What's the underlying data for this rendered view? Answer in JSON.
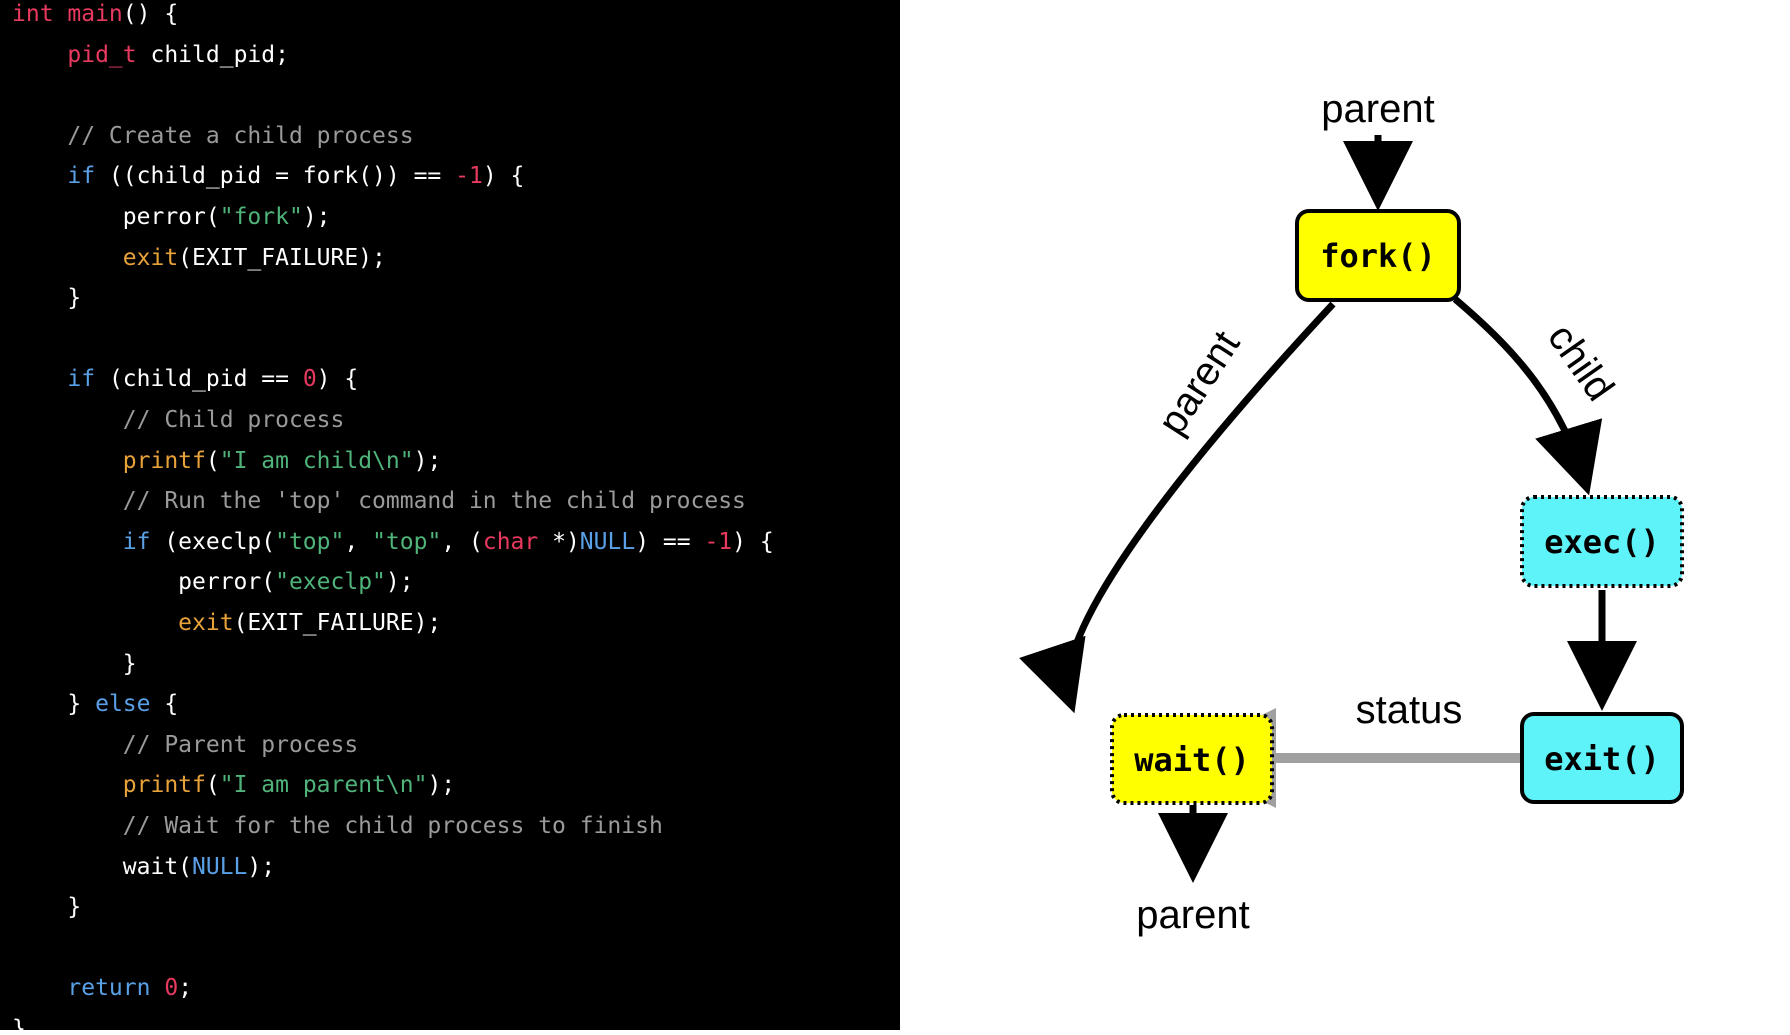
{
  "code": {
    "lines": [
      [
        {
          "t": "int ",
          "c": "type"
        },
        {
          "t": "main",
          "c": "type"
        },
        {
          "t": "() {",
          "c": "plain"
        }
      ],
      [
        {
          "t": "    ",
          "c": "plain"
        },
        {
          "t": "pid_t",
          "c": "type"
        },
        {
          "t": " child_pid;",
          "c": "plain"
        }
      ],
      [],
      [
        {
          "t": "    // Create a child process",
          "c": "com"
        }
      ],
      [
        {
          "t": "    ",
          "c": "plain"
        },
        {
          "t": "if",
          "c": "kw"
        },
        {
          "t": " ((child_pid = fork()) == ",
          "c": "plain"
        },
        {
          "t": "-1",
          "c": "num"
        },
        {
          "t": ") {",
          "c": "plain"
        }
      ],
      [
        {
          "t": "        perror(",
          "c": "plain"
        },
        {
          "t": "\"fork\"",
          "c": "str"
        },
        {
          "t": ");",
          "c": "plain"
        }
      ],
      [
        {
          "t": "        ",
          "c": "plain"
        },
        {
          "t": "exit",
          "c": "fn"
        },
        {
          "t": "(EXIT_FAILURE);",
          "c": "plain"
        }
      ],
      [
        {
          "t": "    }",
          "c": "plain"
        }
      ],
      [],
      [
        {
          "t": "    ",
          "c": "plain"
        },
        {
          "t": "if",
          "c": "kw"
        },
        {
          "t": " (child_pid == ",
          "c": "plain"
        },
        {
          "t": "0",
          "c": "num"
        },
        {
          "t": ") {",
          "c": "plain"
        }
      ],
      [
        {
          "t": "        // Child process",
          "c": "com"
        }
      ],
      [
        {
          "t": "        ",
          "c": "plain"
        },
        {
          "t": "printf",
          "c": "fn"
        },
        {
          "t": "(",
          "c": "plain"
        },
        {
          "t": "\"I am child\\n\"",
          "c": "str"
        },
        {
          "t": ");",
          "c": "plain"
        }
      ],
      [
        {
          "t": "        // Run the 'top' command in the child process",
          "c": "com"
        }
      ],
      [
        {
          "t": "        ",
          "c": "plain"
        },
        {
          "t": "if",
          "c": "kw"
        },
        {
          "t": " (execlp(",
          "c": "plain"
        },
        {
          "t": "\"top\"",
          "c": "str"
        },
        {
          "t": ", ",
          "c": "plain"
        },
        {
          "t": "\"top\"",
          "c": "str"
        },
        {
          "t": ", (",
          "c": "plain"
        },
        {
          "t": "char",
          "c": "type"
        },
        {
          "t": " *)",
          "c": "plain"
        },
        {
          "t": "NULL",
          "c": "kw"
        },
        {
          "t": ") == ",
          "c": "plain"
        },
        {
          "t": "-1",
          "c": "num"
        },
        {
          "t": ") {",
          "c": "plain"
        }
      ],
      [
        {
          "t": "            perror(",
          "c": "plain"
        },
        {
          "t": "\"execlp\"",
          "c": "str"
        },
        {
          "t": ");",
          "c": "plain"
        }
      ],
      [
        {
          "t": "            ",
          "c": "plain"
        },
        {
          "t": "exit",
          "c": "fn"
        },
        {
          "t": "(EXIT_FAILURE);",
          "c": "plain"
        }
      ],
      [
        {
          "t": "        }",
          "c": "plain"
        }
      ],
      [
        {
          "t": "    } ",
          "c": "plain"
        },
        {
          "t": "else",
          "c": "kw"
        },
        {
          "t": " {",
          "c": "plain"
        }
      ],
      [
        {
          "t": "        // Parent process",
          "c": "com"
        }
      ],
      [
        {
          "t": "        ",
          "c": "plain"
        },
        {
          "t": "printf",
          "c": "fn"
        },
        {
          "t": "(",
          "c": "plain"
        },
        {
          "t": "\"I am parent\\n\"",
          "c": "str"
        },
        {
          "t": ");",
          "c": "plain"
        }
      ],
      [
        {
          "t": "        // Wait for the child process to finish",
          "c": "com"
        }
      ],
      [
        {
          "t": "        wait(",
          "c": "plain"
        },
        {
          "t": "NULL",
          "c": "kw"
        },
        {
          "t": ");",
          "c": "plain"
        }
      ],
      [
        {
          "t": "    }",
          "c": "plain"
        }
      ],
      [],
      [
        {
          "t": "    ",
          "c": "plain"
        },
        {
          "t": "return",
          "c": "kw"
        },
        {
          "t": " ",
          "c": "plain"
        },
        {
          "t": "0",
          "c": "num"
        },
        {
          "t": ";",
          "c": "plain"
        }
      ],
      [
        {
          "t": "}",
          "c": "plain"
        }
      ]
    ]
  },
  "diagram": {
    "labels": {
      "parent_top": "parent",
      "parent_edge": "parent",
      "child_edge": "child",
      "status_edge": "status",
      "parent_bottom": "parent"
    },
    "nodes": {
      "fork": "fork()",
      "exec": "exec()",
      "wait": "wait()",
      "exit": "exit()"
    },
    "colors": {
      "yellow": "#ffff00",
      "cyan": "#5ef3f8",
      "status_arrow": "#a0a0a0"
    }
  }
}
